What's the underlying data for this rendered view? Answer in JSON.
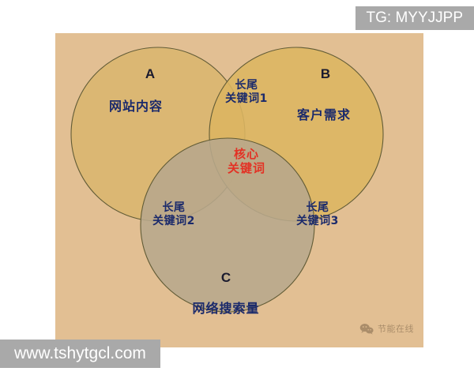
{
  "watermarks": {
    "top_right": "TG: MYYJJPP",
    "bottom_left": "www.tshytgcl.com"
  },
  "credit": {
    "icon": "wechat-icon",
    "text": "节能在线"
  },
  "chart_data": {
    "type": "diagram",
    "subtype": "venn3",
    "title": "",
    "background_color": "#e2bf93",
    "sets": [
      {
        "id": "A",
        "letter": "A",
        "label": "网站内容",
        "color": "#f7f3c0",
        "center": [
          130,
          128
        ],
        "radius": 110
      },
      {
        "id": "B",
        "letter": "B",
        "label": "客户需求",
        "color": "#f9f2a8",
        "center": [
          305,
          128
        ],
        "radius": 110
      },
      {
        "id": "C",
        "letter": "C",
        "label": "网络搜索量",
        "color": "#cfe0f2",
        "center": [
          218,
          243
        ],
        "radius": 110
      }
    ],
    "intersections": [
      {
        "id": "AB",
        "sets": [
          "A",
          "B"
        ],
        "label": "长尾\n关键词1",
        "label_line1": "长尾",
        "label_line2": "关键词1"
      },
      {
        "id": "AC",
        "sets": [
          "A",
          "C"
        ],
        "label": "长尾\n关键词2",
        "label_line1": "长尾",
        "label_line2": "关键词2"
      },
      {
        "id": "BC",
        "sets": [
          "B",
          "C"
        ],
        "label": "长尾\n关键词3",
        "label_line1": "长尾",
        "label_line2": "关键词3"
      },
      {
        "id": "ABC",
        "sets": [
          "A",
          "B",
          "C"
        ],
        "label": "核心\n关键词",
        "label_line1": "核心",
        "label_line2": "关键词"
      }
    ],
    "label_colors": {
      "set_letter": "#1a1a2e",
      "set_name": "#1b2a6b",
      "overlap_name": "#1b2a6b",
      "core_name": "#e33124"
    },
    "stroke_color": "#6e7a5e"
  }
}
